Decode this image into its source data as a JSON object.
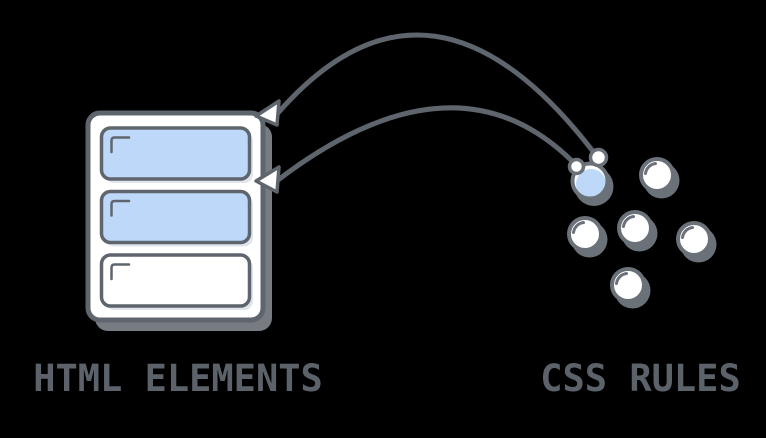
{
  "title": "CSS rules applied to HTML elements diagram",
  "colors": {
    "background": "#000000",
    "stroke": "#5F656D",
    "text": "#5C626A",
    "blue_fill": "#BED8FA",
    "white_fill": "#FFFFFF",
    "box_shadow": "#777C83",
    "ball_stroke": "#6B7178",
    "row_shadow": "#E0E5EC"
  },
  "left_group": {
    "label": "HTML ELEMENTS",
    "rows": [
      {
        "name": "element-row-1",
        "style": "highlighted-blue"
      },
      {
        "name": "element-row-2",
        "style": "highlighted-blue"
      },
      {
        "name": "element-row-3",
        "style": "plain-white"
      }
    ]
  },
  "right_group": {
    "label": "CSS RULES",
    "balls": {
      "active_blue": 1,
      "plain_white": 5
    }
  },
  "connections": [
    {
      "from": "css-rule-ball-active",
      "to": "element-row-1",
      "via": "curved-arrow"
    },
    {
      "from": "css-rule-ball-active",
      "to": "element-row-2",
      "via": "curved-arrow"
    }
  ],
  "icons": {
    "arrowhead": "hollow-triangle",
    "corner_mark": "top-left-bracket",
    "ball_shine": "specular-highlight-arc"
  }
}
